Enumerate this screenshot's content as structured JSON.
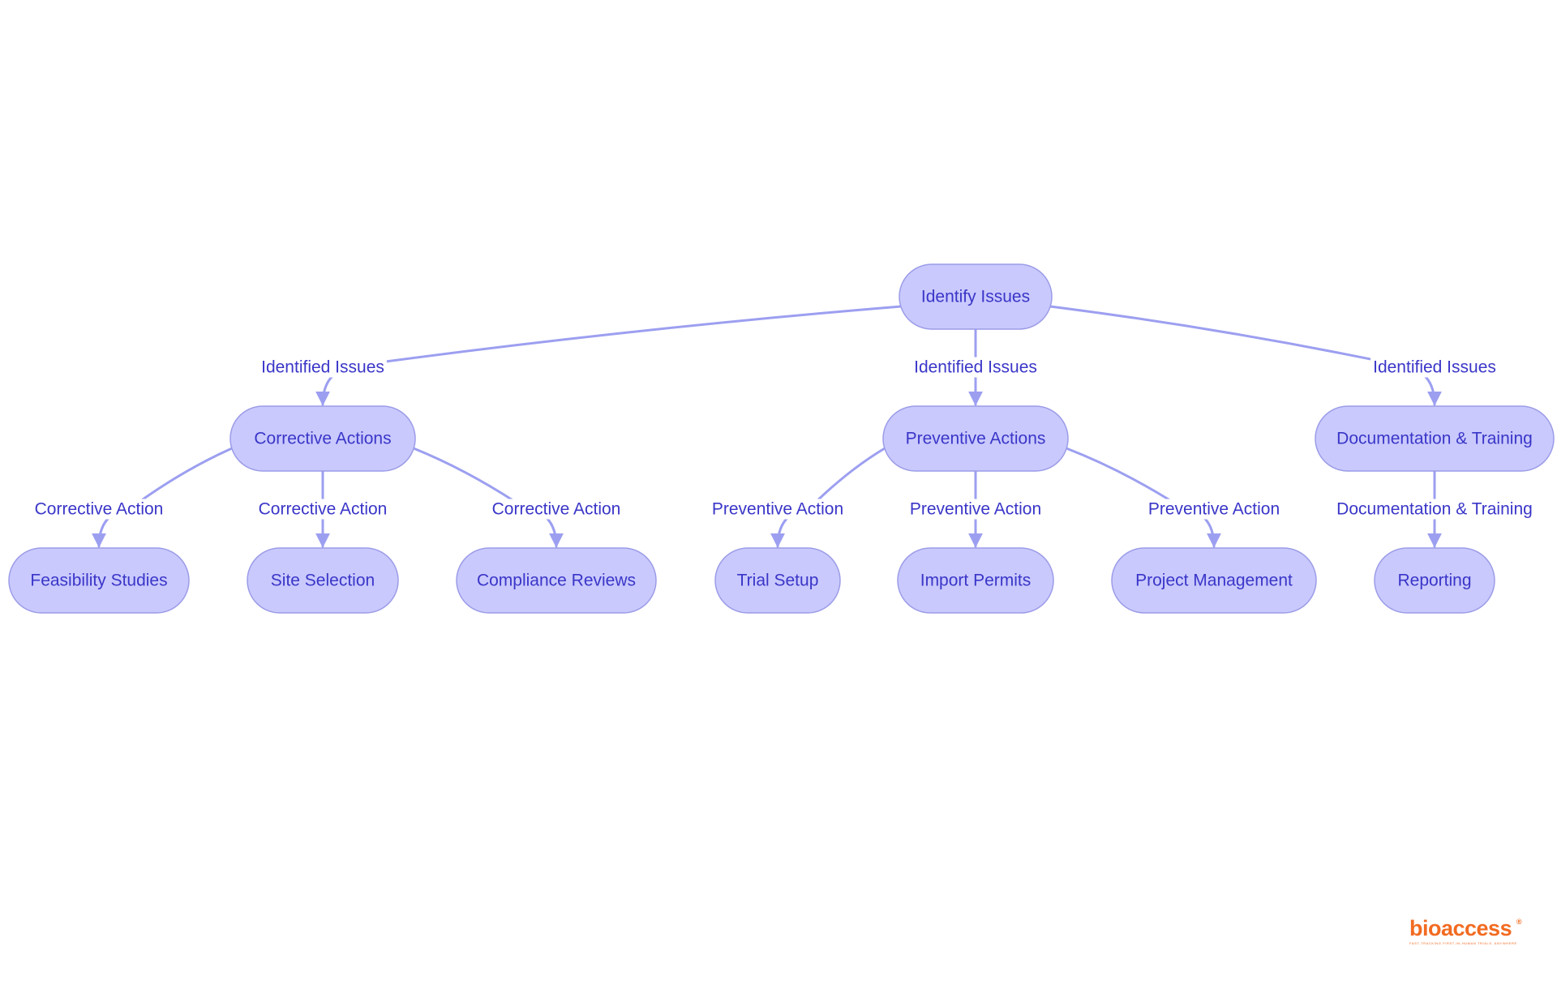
{
  "colors": {
    "node_fill": "#c9c9fd",
    "node_stroke": "#9c9ce8",
    "text": "#3a36c8",
    "edge": "#9c9ff0",
    "logo": "#f26b21"
  },
  "nodes": [
    {
      "id": "identify-issues",
      "label": "Identify Issues"
    },
    {
      "id": "corrective-actions",
      "label": "Corrective Actions"
    },
    {
      "id": "preventive-actions",
      "label": "Preventive Actions"
    },
    {
      "id": "documentation-training",
      "label": "Documentation & Training"
    },
    {
      "id": "feasibility-studies",
      "label": "Feasibility Studies"
    },
    {
      "id": "site-selection",
      "label": "Site Selection"
    },
    {
      "id": "compliance-reviews",
      "label": "Compliance Reviews"
    },
    {
      "id": "trial-setup",
      "label": "Trial Setup"
    },
    {
      "id": "import-permits",
      "label": "Import Permits"
    },
    {
      "id": "project-management",
      "label": "Project Management"
    },
    {
      "id": "reporting",
      "label": "Reporting"
    }
  ],
  "edges": [
    {
      "from": "identify-issues",
      "to": "corrective-actions",
      "label": "Identified Issues"
    },
    {
      "from": "identify-issues",
      "to": "preventive-actions",
      "label": "Identified Issues"
    },
    {
      "from": "identify-issues",
      "to": "documentation-training",
      "label": "Identified Issues"
    },
    {
      "from": "corrective-actions",
      "to": "feasibility-studies",
      "label": "Corrective Action"
    },
    {
      "from": "corrective-actions",
      "to": "site-selection",
      "label": "Corrective Action"
    },
    {
      "from": "corrective-actions",
      "to": "compliance-reviews",
      "label": "Corrective Action"
    },
    {
      "from": "preventive-actions",
      "to": "trial-setup",
      "label": "Preventive Action"
    },
    {
      "from": "preventive-actions",
      "to": "import-permits",
      "label": "Preventive Action"
    },
    {
      "from": "preventive-actions",
      "to": "project-management",
      "label": "Preventive Action"
    },
    {
      "from": "documentation-training",
      "to": "reporting",
      "label": "Documentation & Training"
    }
  ],
  "logo": {
    "name": "bioaccess",
    "registered_mark": "®",
    "tagline": "FAST-TRACKING FIRST-IN-HUMAN TRIALS. ANYWHERE"
  }
}
